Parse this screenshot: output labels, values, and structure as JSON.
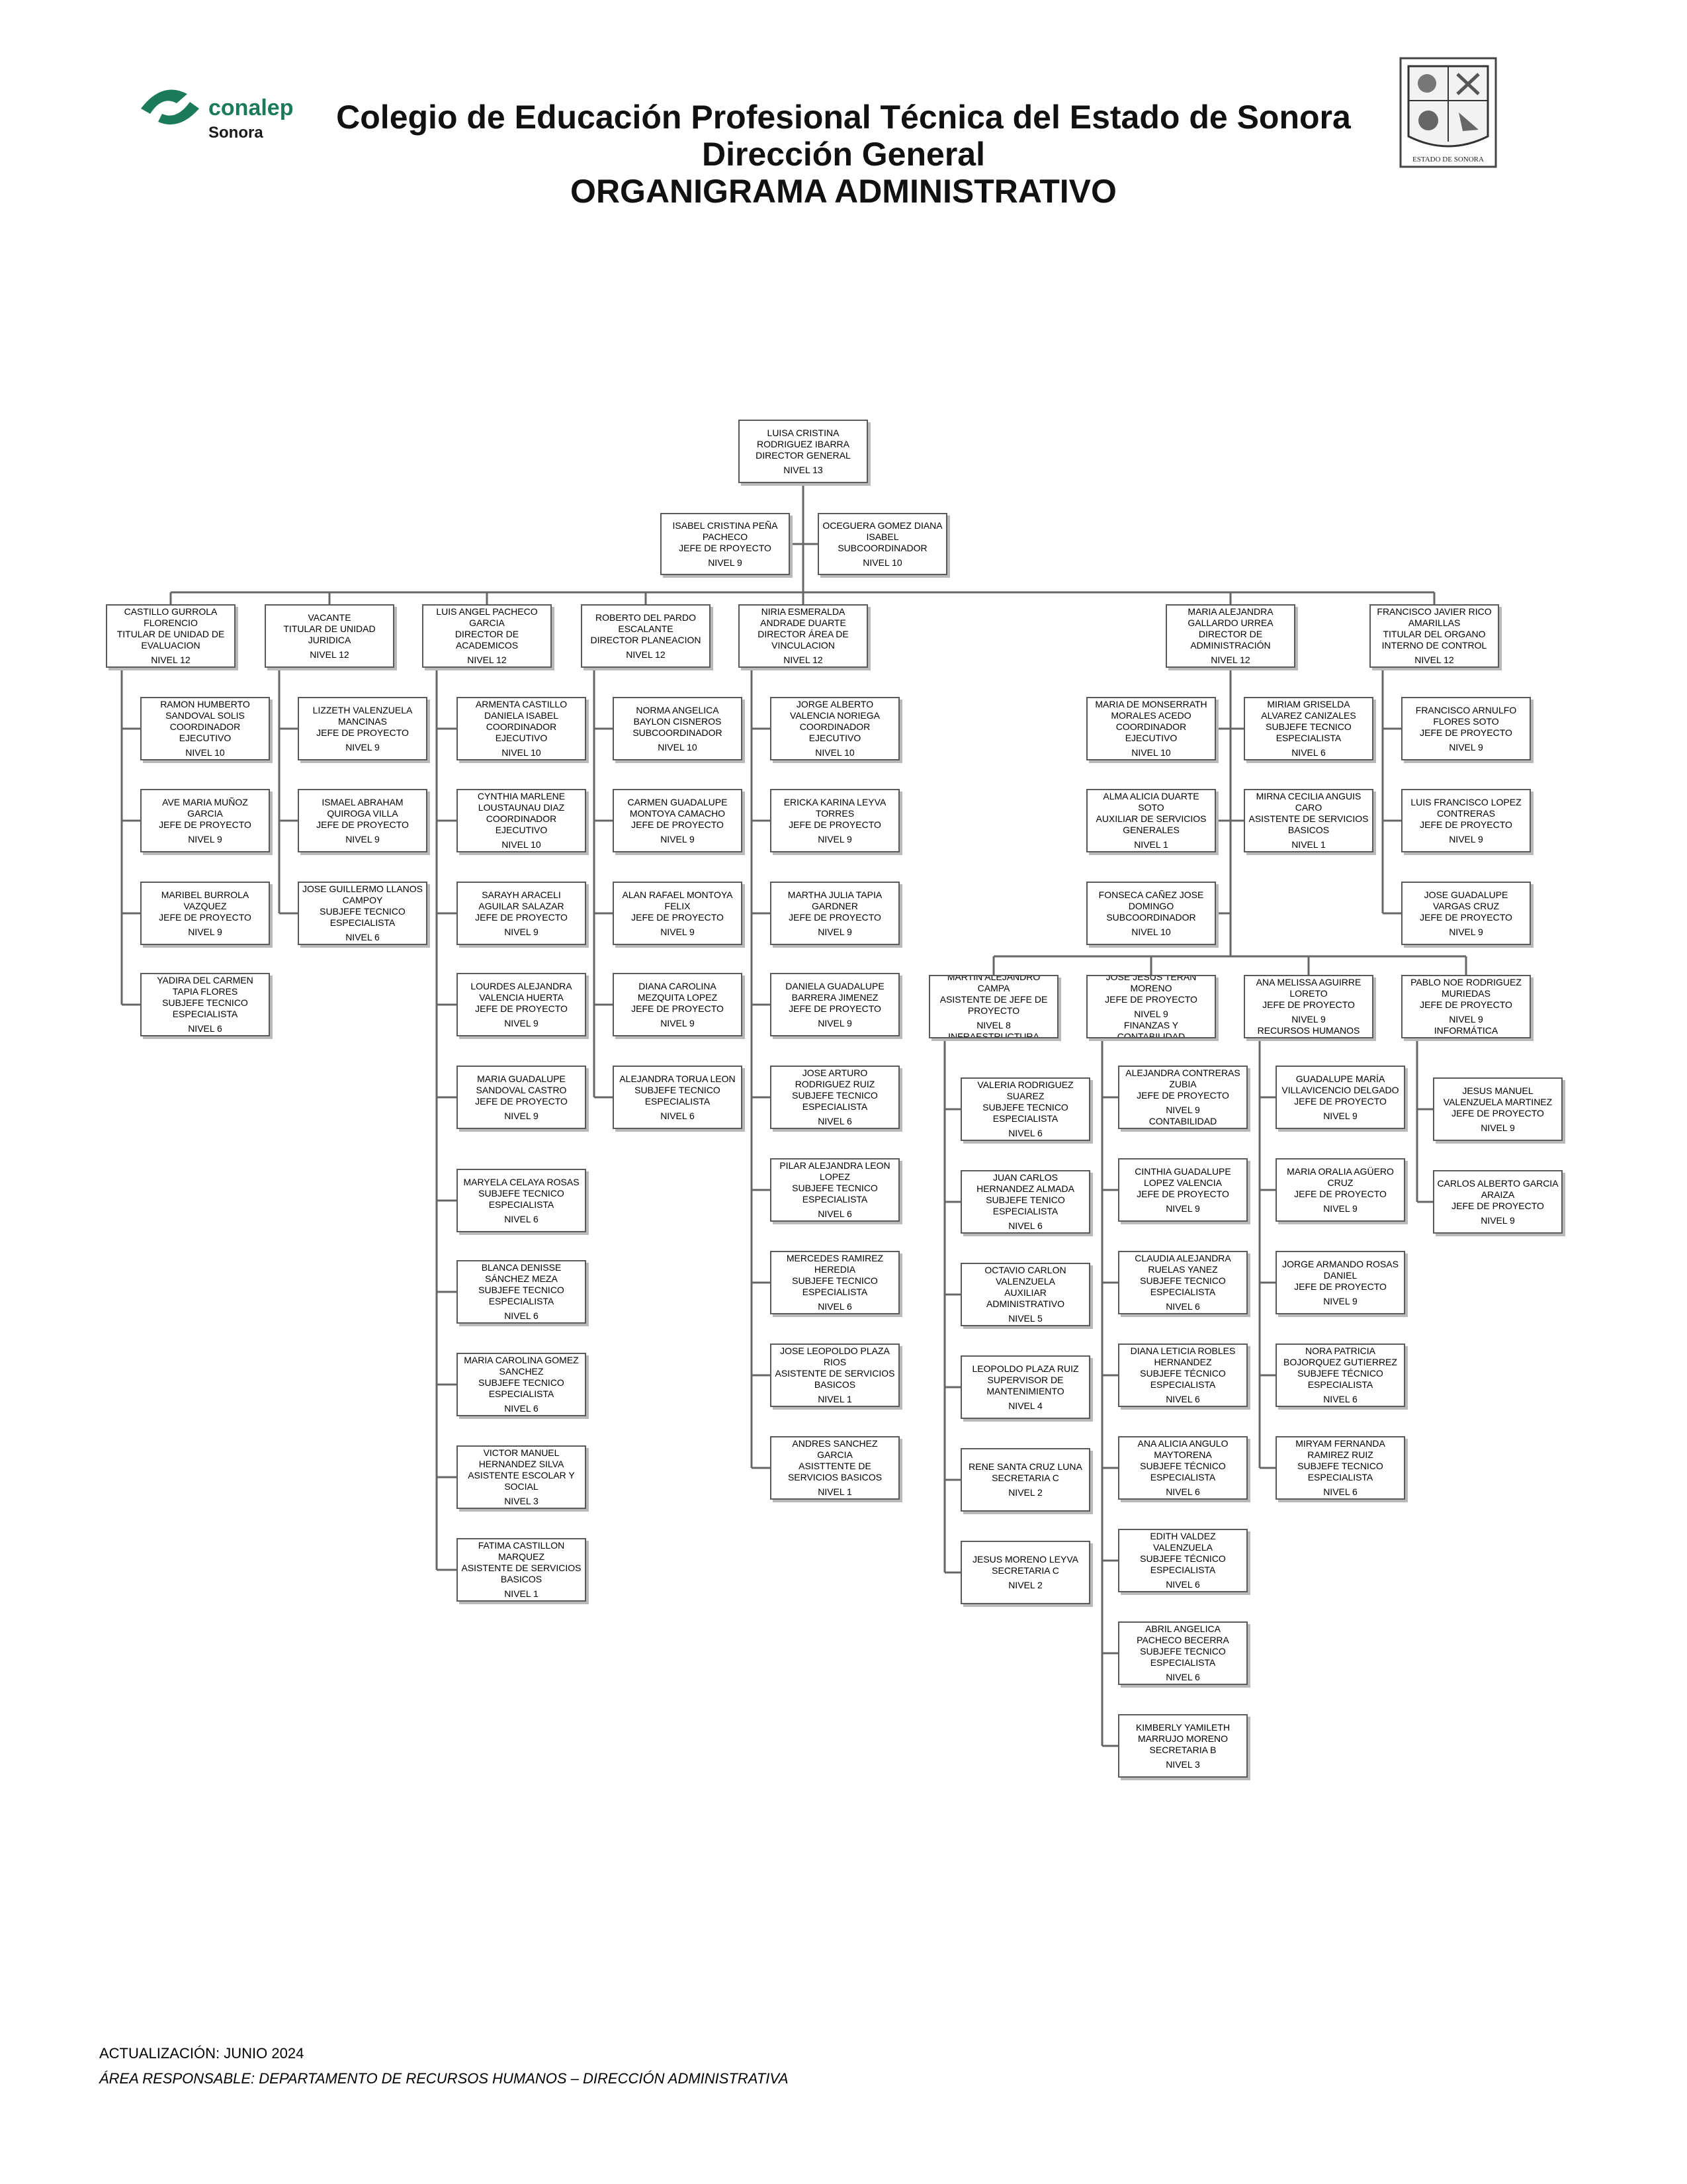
{
  "header": {
    "logo_text": "conalep",
    "logo_sub": "Sonora",
    "title1": "Colegio de Educación Profesional Técnica del Estado de Sonora",
    "title2": "Dirección General",
    "title3": "ORGANIGRAMA ADMINISTRATIVO",
    "seal_text": "ESTADO DE SONORA"
  },
  "footer": {
    "update": "ACTUALIZACIÓN: JUNIO 2024",
    "area": "ÁREA RESPONSABLE: DEPARTAMENTO DE RECURSOS HUMANOS – DIRECCIÓN ADMINISTRATIVA"
  },
  "org": [
    {
      "id": "dg",
      "name": "LUISA CRISTINA RODRIGUEZ IBARRA",
      "role": "DIRECTOR GENERAL",
      "level": "NIVEL 13"
    },
    {
      "id": "as1",
      "name": "ISABEL CRISTINA PEÑA PACHECO",
      "role": "JEFE DE RPOYECTO",
      "level": "NIVEL 9"
    },
    {
      "id": "as2",
      "name": "OCEGUERA GOMEZ DIANA ISABEL",
      "role": "SUBCOORDINADOR",
      "level": "NIVEL 10"
    },
    {
      "id": "c1",
      "name": "CASTILLO GURROLA FLORENCIO",
      "role": "TITULAR DE UNIDAD DE EVALUACION",
      "level": "NIVEL 12"
    },
    {
      "id": "c2",
      "name": "VACANTE",
      "role": "TITULAR DE UNIDAD JURIDICA",
      "level": "NIVEL 12"
    },
    {
      "id": "c3",
      "name": "LUIS ANGEL PACHECO GARCIA",
      "role": "DIRECTOR DE ACADEMICOS",
      "level": "NIVEL 12"
    },
    {
      "id": "c4",
      "name": "ROBERTO DEL PARDO ESCALANTE",
      "role": "DIRECTOR PLANEACION",
      "level": "NIVEL 12"
    },
    {
      "id": "c5",
      "name": "NIRIA ESMERALDA ANDRADE DUARTE",
      "role": "DIRECTOR ÁREA DE VINCULACION",
      "level": "NIVEL 12"
    },
    {
      "id": "c6",
      "name": "MARIA ALEJANDRA GALLARDO URREA",
      "role": "DIRECTOR DE ADMINISTRACIÓN",
      "level": "NIVEL 12"
    },
    {
      "id": "c7",
      "name": "FRANCISCO JAVIER RICO AMARILLAS",
      "role": "TITULAR DEL ORGANO INTERNO DE CONTROL",
      "level": "NIVEL 12"
    },
    {
      "id": "a1",
      "name": "RAMON HUMBERTO SANDOVAL SOLIS",
      "role": "COORDINADOR EJECUTIVO",
      "level": "NIVEL 10"
    },
    {
      "id": "a2",
      "name": "AVE MARIA MUÑOZ GARCIA",
      "role": "JEFE DE PROYECTO",
      "level": "NIVEL 9"
    },
    {
      "id": "a3",
      "name": "MARIBEL BURROLA VAZQUEZ",
      "role": "JEFE DE PROYECTO",
      "level": "NIVEL 9"
    },
    {
      "id": "a4",
      "name": "YADIRA DEL CARMEN TAPIA FLORES",
      "role": "SUBJEFE TECNICO ESPECIALISTA",
      "level": "NIVEL 6"
    },
    {
      "id": "b1",
      "name": "LIZZETH VALENZUELA MANCINAS",
      "role": "JEFE DE PROYECTO",
      "level": "NIVEL 9"
    },
    {
      "id": "b2",
      "name": "ISMAEL ABRAHAM QUIROGA VILLA",
      "role": "JEFE DE PROYECTO",
      "level": "NIVEL 9"
    },
    {
      "id": "b3",
      "name": "JOSE GUILLERMO LLANOS CAMPOY",
      "role": "SUBJEFE TECNICO ESPECIALISTA",
      "level": "NIVEL 6"
    },
    {
      "id": "d1",
      "name": "ARMENTA CASTILLO DANIELA ISABEL",
      "role": "COORDINADOR EJECUTIVO",
      "level": "NIVEL 10"
    },
    {
      "id": "d2",
      "name": "CYNTHIA MARLENE LOUSTAUNAU DIAZ",
      "role": "COORDINADOR EJECUTIVO",
      "level": "NIVEL 10"
    },
    {
      "id": "d3",
      "name": "SARAYH ARACELI AGUILAR SALAZAR",
      "role": "JEFE DE PROYECTO",
      "level": "NIVEL 9"
    },
    {
      "id": "d4",
      "name": "LOURDES ALEJANDRA VALENCIA HUERTA",
      "role": "JEFE DE PROYECTO",
      "level": "NIVEL 9"
    },
    {
      "id": "d5",
      "name": "MARIA GUADALUPE SANDOVAL CASTRO",
      "role": "JEFE DE PROYECTO",
      "level": "NIVEL 9"
    },
    {
      "id": "d6",
      "name": "MARYELA CELAYA ROSAS",
      "role": "SUBJEFE TECNICO ESPECIALISTA",
      "level": "NIVEL 6"
    },
    {
      "id": "d7",
      "name": "BLANCA DENISSE SÁNCHEZ MEZA",
      "role": "SUBJEFE TECNICO ESPECIALISTA",
      "level": "NIVEL 6"
    },
    {
      "id": "d8",
      "name": "MARIA CAROLINA GOMEZ SANCHEZ",
      "role": "SUBJEFE TECNICO ESPECIALISTA",
      "level": "NIVEL 6"
    },
    {
      "id": "d9",
      "name": "VICTOR MANUEL HERNANDEZ SILVA",
      "role": "ASISTENTE ESCOLAR Y SOCIAL",
      "level": "NIVEL 3"
    },
    {
      "id": "d10",
      "name": "FATIMA CASTILLON MARQUEZ",
      "role": "ASISTENTE DE SERVICIOS BASICOS",
      "level": "NIVEL 1"
    },
    {
      "id": "e1",
      "name": "NORMA ANGELICA BAYLON CISNEROS",
      "role": "SUBCOORDINADOR",
      "level": "NIVEL 10"
    },
    {
      "id": "e2",
      "name": "CARMEN GUADALUPE MONTOYA CAMACHO",
      "role": "JEFE DE PROYECTO",
      "level": "NIVEL 9"
    },
    {
      "id": "e3",
      "name": "ALAN RAFAEL MONTOYA FELIX",
      "role": "JEFE DE PROYECTO",
      "level": "NIVEL 9"
    },
    {
      "id": "e4",
      "name": "DIANA CAROLINA MEZQUITA LOPEZ",
      "role": "JEFE DE PROYECTO",
      "level": "NIVEL 9"
    },
    {
      "id": "e5",
      "name": "ALEJANDRA TORUA LEON",
      "role": "SUBJEFE TECNICO ESPECIALISTA",
      "level": "NIVEL 6"
    },
    {
      "id": "f1",
      "name": "JORGE ALBERTO VALENCIA NORIEGA",
      "role": "COORDINADOR EJECUTIVO",
      "level": "NIVEL 10"
    },
    {
      "id": "f2",
      "name": "ERICKA KARINA LEYVA TORRES",
      "role": "JEFE DE PROYECTO",
      "level": "NIVEL 9"
    },
    {
      "id": "f3",
      "name": "MARTHA JULIA TAPIA GARDNER",
      "role": "JEFE DE PROYECTO",
      "level": "NIVEL 9"
    },
    {
      "id": "f4",
      "name": "DANIELA GUADALUPE BARRERA JIMENEZ",
      "role": "JEFE DE PROYECTO",
      "level": "NIVEL 9"
    },
    {
      "id": "f5",
      "name": "JOSE ARTURO RODRIGUEZ RUIZ",
      "role": "SUBJEFE TECNICO ESPECIALISTA",
      "level": "NIVEL 6"
    },
    {
      "id": "f6",
      "name": "PILAR ALEJANDRA LEON LOPEZ",
      "role": "SUBJEFE TECNICO ESPECIALISTA",
      "level": "NIVEL 6"
    },
    {
      "id": "f7",
      "name": "MERCEDES RAMIREZ HEREDIA",
      "role": "SUBJEFE TECNICO ESPECIALISTA",
      "level": "NIVEL 6"
    },
    {
      "id": "f8",
      "name": "JOSE LEOPOLDO PLAZA RIOS",
      "role": "ASISTENTE DE SERVICIOS BASICOS",
      "level": "NIVEL 1"
    },
    {
      "id": "f9",
      "name": "ANDRES SANCHEZ GARCIA",
      "role": "ASISTTENTE DE SERVICIOS BASICOS",
      "level": "NIVEL 1"
    },
    {
      "id": "g1",
      "name": "MARIA DE MONSERRATH MORALES ACEDO",
      "role": "COORDINADOR EJECUTIVO",
      "level": "NIVEL 10"
    },
    {
      "id": "g2",
      "name": "ALMA ALICIA DUARTE SOTO",
      "role": "AUXILIAR DE SERVICIOS GENERALES",
      "level": "NIVEL 1"
    },
    {
      "id": "g3",
      "name": "FONSECA CAÑEZ JOSE DOMINGO",
      "role": "SUBCOORDINADOR",
      "level": "NIVEL 10"
    },
    {
      "id": "g4",
      "name": "MIRIAM GRISELDA ALVAREZ CANIZALES",
      "role": "SUBJEFE TECNICO ESPECIALISTA",
      "level": "NIVEL 6"
    },
    {
      "id": "g5",
      "name": "MIRNA CECILIA ANGUIS CARO",
      "role": "ASISTENTE DE SERVICIOS BASICOS",
      "level": "NIVEL 1"
    },
    {
      "id": "h1",
      "name": "MARTIN ALEJANDRO CAMPA",
      "role": "ASISTENTE DE JEFE DE PROYECTO",
      "level": "NIVEL 8",
      "area": "INFRAESTRUCTURA"
    },
    {
      "id": "h2",
      "name": "JOSE JESUS TERAN MORENO",
      "role": "JEFE DE PROYECTO",
      "level": "NIVEL 9",
      "area": "FINANZAS Y CONTABILIDAD"
    },
    {
      "id": "h3",
      "name": "ANA MELISSA AGUIRRE LORETO",
      "role": "JEFE DE PROYECTO",
      "level": "NIVEL 9",
      "area": "RECURSOS HUMANOS"
    },
    {
      "id": "h4",
      "name": "PABLO NOE RODRIGUEZ MURIEDAS",
      "role": "JEFE DE PROYECTO",
      "level": "NIVEL 9",
      "area": "INFORMÁTICA"
    },
    {
      "id": "i1",
      "name": "VALERIA RODRIGUEZ SUAREZ",
      "role": "SUBJEFE TECNICO ESPECIALISTA",
      "level": "NIVEL 6"
    },
    {
      "id": "i2",
      "name": "JUAN CARLOS HERNANDEZ ALMADA",
      "role": "SUBJEFE TENICO ESPECIALISTA",
      "level": "NIVEL 6"
    },
    {
      "id": "i3",
      "name": "OCTAVIO CARLON VALENZUELA",
      "role": "AUXILIAR ADMINISTRATIVO",
      "level": "NIVEL 5"
    },
    {
      "id": "i4",
      "name": "LEOPOLDO PLAZA RUIZ",
      "role": "SUPERVISOR DE MANTENIMIENTO",
      "level": "NIVEL 4"
    },
    {
      "id": "i5",
      "name": "RENE SANTA CRUZ LUNA",
      "role": "SECRETARIA C",
      "level": "NIVEL 2"
    },
    {
      "id": "i6",
      "name": "JESUS MORENO LEYVA",
      "role": "SECRETARIA C",
      "level": "NIVEL 2"
    },
    {
      "id": "j1",
      "name": "ALEJANDRA CONTRERAS ZUBIA",
      "role": "JEFE DE PROYECTO",
      "level": "NIVEL 9",
      "area": "CONTABILIDAD"
    },
    {
      "id": "j2",
      "name": "CINTHIA GUADALUPE LOPEZ VALENCIA",
      "role": "JEFE DE PROYECTO",
      "level": "NIVEL 9"
    },
    {
      "id": "j3",
      "name": "CLAUDIA ALEJANDRA RUELAS YANEZ",
      "role": "SUBJEFE TECNICO ESPECIALISTA",
      "level": "NIVEL 6"
    },
    {
      "id": "j4",
      "name": "DIANA LETICIA ROBLES HERNANDEZ",
      "role": "SUBJEFE TÉCNICO ESPECIALISTA",
      "level": "NIVEL 6"
    },
    {
      "id": "j5",
      "name": "ANA ALICIA ANGULO MAYTORENA",
      "role": "SUBJEFE TÉCNICO ESPECIALISTA",
      "level": "NIVEL 6"
    },
    {
      "id": "j6",
      "name": "EDITH VALDEZ VALENZUELA",
      "role": "SUBJEFE TÉCNICO ESPECIALISTA",
      "level": "NIVEL 6"
    },
    {
      "id": "j7",
      "name": "ABRIL ANGELICA PACHECO BECERRA",
      "role": "SUBJEFE TECNICO ESPECIALISTA",
      "level": "NIVEL 6"
    },
    {
      "id": "j8",
      "name": "KIMBERLY YAMILETH MARRUJO MORENO",
      "role": "SECRETARIA B",
      "level": "NIVEL 3"
    },
    {
      "id": "k1",
      "name": "GUADALUPE MARÍA VILLAVICENCIO DELGADO",
      "role": "JEFE DE PROYECTO",
      "level": "NIVEL 9"
    },
    {
      "id": "k2",
      "name": "MARIA ORALIA AGÜERO CRUZ",
      "role": "JEFE DE PROYECTO",
      "level": "NIVEL 9"
    },
    {
      "id": "k3",
      "name": "JORGE ARMANDO ROSAS DANIEL",
      "role": "JEFE DE PROYECTO",
      "level": "NIVEL 9"
    },
    {
      "id": "k4",
      "name": "NORA PATRICIA BOJORQUEZ GUTIERREZ",
      "role": "SUBJEFE TÉCNICO ESPECIALISTA",
      "level": "NIVEL 6"
    },
    {
      "id": "k5",
      "name": "MIRYAM FERNANDA RAMIREZ RUIZ",
      "role": "SUBJEFE TECNICO ESPECIALISTA",
      "level": "NIVEL 6"
    },
    {
      "id": "l1",
      "name": "JESUS MANUEL VALENZUELA MARTINEZ",
      "role": "JEFE DE PROYECTO",
      "level": "NIVEL 9"
    },
    {
      "id": "l2",
      "name": "CARLOS ALBERTO GARCIA ARAIZA",
      "role": "JEFE DE PROYECTO",
      "level": "NIVEL 9"
    },
    {
      "id": "m1",
      "name": "FRANCISCO ARNULFO FLORES SOTO",
      "role": "JEFE DE PROYECTO",
      "level": "NIVEL 9"
    },
    {
      "id": "m2",
      "name": "LUIS FRANCISCO LOPEZ CONTRERAS",
      "role": "JEFE DE PROYECTO",
      "level": "NIVEL 9"
    },
    {
      "id": "m3",
      "name": "JOSE GUADALUPE VARGAS CRUZ",
      "role": "JEFE DE PROYECTO",
      "level": "NIVEL 9"
    }
  ]
}
